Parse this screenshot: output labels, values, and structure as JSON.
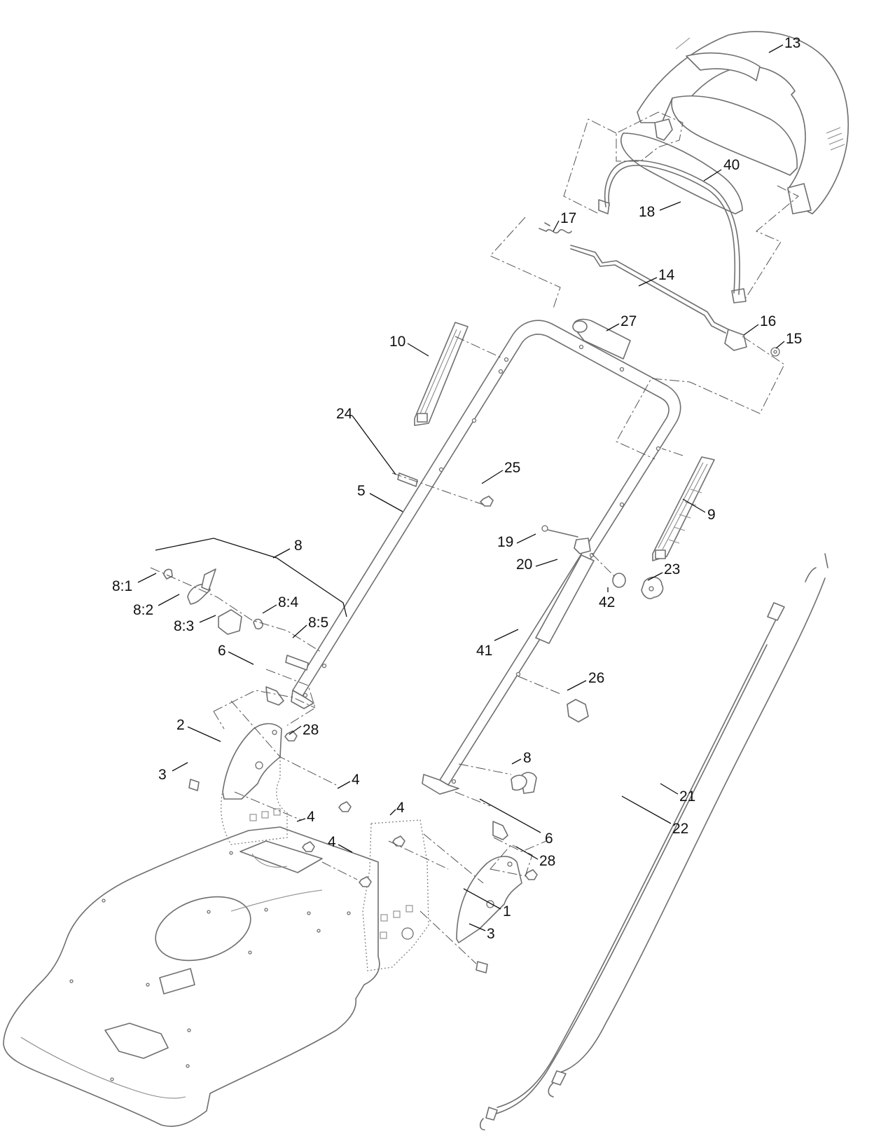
{
  "callouts": {
    "c13": "13",
    "c40": "40",
    "c18": "18",
    "c17": "17",
    "c14": "14",
    "c16": "16",
    "c15": "15",
    "c27": "27",
    "c10": "10",
    "c24": "24",
    "c25": "25",
    "c5": "5",
    "c9": "9",
    "c8top": "8",
    "c8_1": "8:1",
    "c8_2": "8:2",
    "c8_3": "8:3",
    "c8_4": "8:4",
    "c8_5": "8:5",
    "c19": "19",
    "c20": "20",
    "c23": "23",
    "c42": "42",
    "c6a": "6",
    "c41": "41",
    "c26": "26",
    "c2": "2",
    "c28a": "28",
    "c3a": "3",
    "c4a": "4",
    "c8b": "8",
    "c4b": "4",
    "c4c": "4",
    "c4d": "4",
    "c21": "21",
    "c22": "22",
    "c6b": "6",
    "c28b": "28",
    "c1": "1",
    "c3b": "3"
  }
}
